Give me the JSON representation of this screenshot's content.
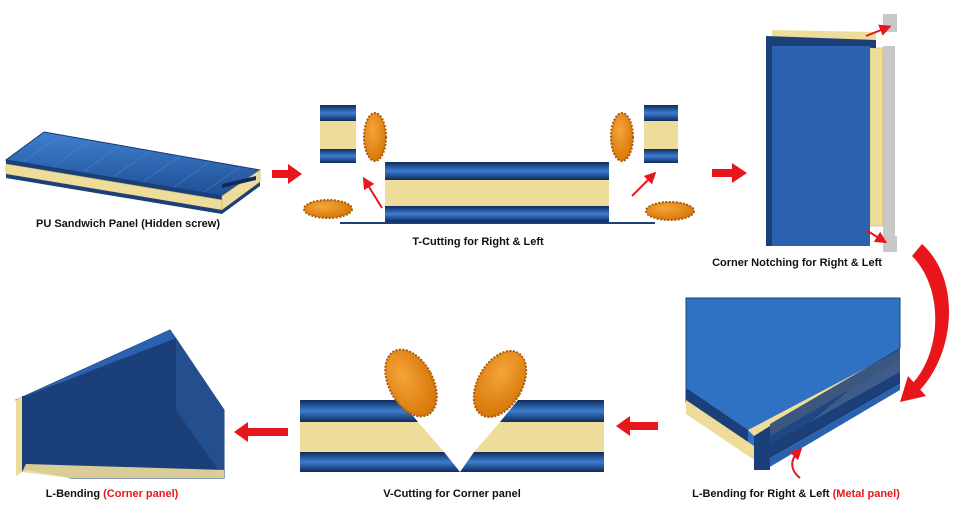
{
  "steps": [
    {
      "id": "pu-panel",
      "label": "PU Sandwich Panel (Hidden screw)"
    },
    {
      "id": "t-cutting",
      "label": "T-Cutting for Right & Left"
    },
    {
      "id": "corner-notching",
      "label": "Corner Notching for Right & Left"
    },
    {
      "id": "l-bending-metal",
      "label": "L-Bending for Right & Left ",
      "highlight": "(Metal panel)"
    },
    {
      "id": "v-cutting",
      "label": "V-Cutting for Corner panel"
    },
    {
      "id": "l-bending-corner",
      "label": "L-Bending ",
      "highlight": "(Corner panel)"
    }
  ],
  "colors": {
    "panel_blue": "#2a62b0",
    "panel_blue_dark": "#1b3f78",
    "panel_blue_light": "#3f7fcf",
    "core": "#eedc9a",
    "arrow_red": "#e8161b",
    "saw_orange": "#e88a1a",
    "saw_dark": "#a85a08",
    "notch_gray": "#c8c8c8"
  },
  "icons": [
    "flow-arrow-icon",
    "saw-blade-icon",
    "curved-arrow-icon"
  ]
}
